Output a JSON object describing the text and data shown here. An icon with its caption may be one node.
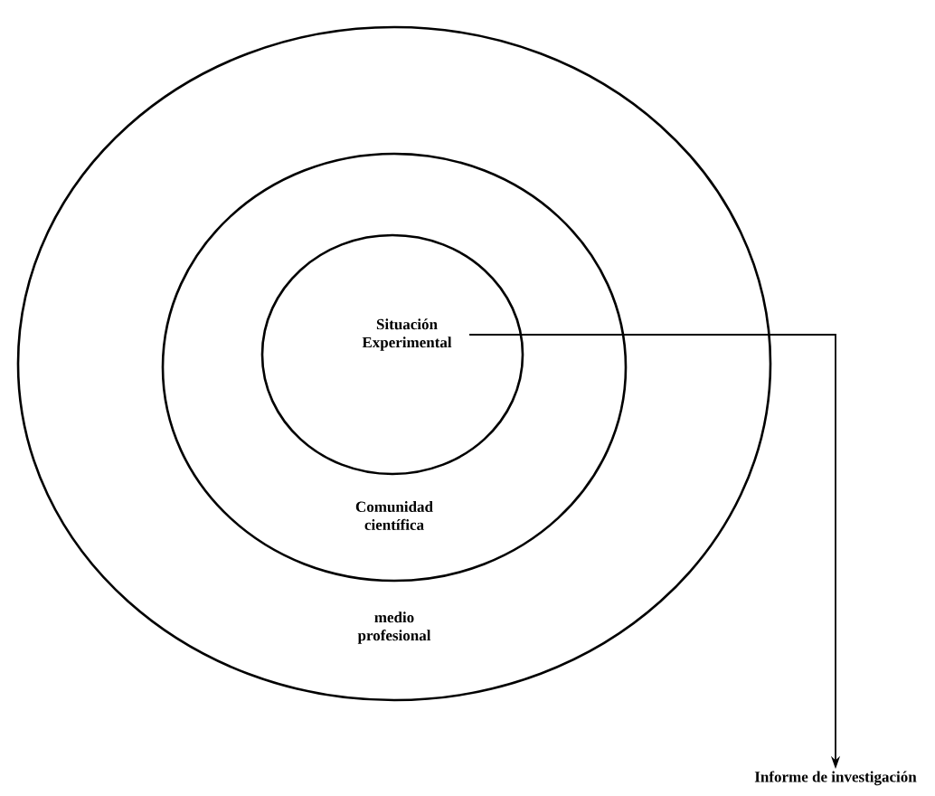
{
  "diagram": {
    "nodes": [
      {
        "text": [
          "medio profesional"
        ]
      },
      {
        "text": [
          "Comunidad científica"
        ],
        "in": 0
      },
      {
        "text": [
          "Situación Experimental"
        ],
        "in": 1
      },
      {
        "text": [
          "Informe de investigación"
        ]
      }
    ],
    "edges": [
      {
        "from": 2,
        "to": 3,
        "arrow": "to"
      }
    ]
  }
}
